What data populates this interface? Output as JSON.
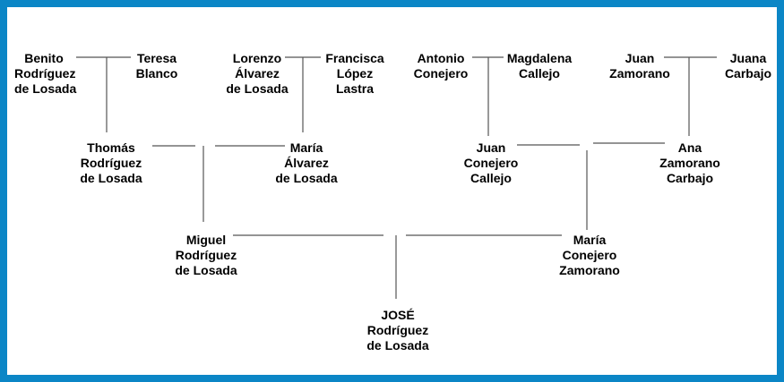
{
  "colors": {
    "frame": "#0b86c6",
    "line": "#555555",
    "text": "#000000"
  },
  "people": {
    "benito": [
      "Benito",
      "Rodríguez",
      "de Losada"
    ],
    "teresa": [
      "Teresa",
      "Blanco"
    ],
    "lorenzo": [
      "Lorenzo",
      "Álvarez",
      "de Losada"
    ],
    "francisca": [
      "Francisca",
      "López",
      "Lastra"
    ],
    "antonio": [
      "Antonio",
      "Conejero"
    ],
    "magdalena": [
      "Magdalena",
      "Callejo"
    ],
    "juan_z": [
      "Juan",
      "Zamorano"
    ],
    "juana": [
      "Juana",
      "Carbajo"
    ],
    "thomas": [
      "Thomás",
      "Rodríguez",
      "de Losada"
    ],
    "maria_a": [
      "María",
      "Álvarez",
      "de Losada"
    ],
    "juan_c": [
      "Juan",
      "Conejero",
      "Callejo"
    ],
    "ana": [
      "Ana",
      "Zamorano",
      "Carbajo"
    ],
    "miguel": [
      "Miguel",
      "Rodríguez",
      "de Losada"
    ],
    "maria_c": [
      "María",
      "Conejero",
      "Zamorano"
    ],
    "jose": [
      "JOSÉ",
      "Rodríguez",
      "de Losada"
    ]
  }
}
